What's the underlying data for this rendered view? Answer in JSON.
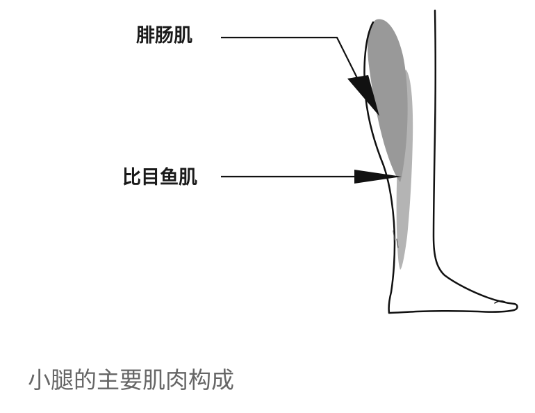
{
  "labels": {
    "gastrocnemius": "腓肠肌",
    "soleus": "比目鱼肌"
  },
  "caption": "小腿的主要肌肉构成",
  "colors": {
    "outline": "#111111",
    "gastrocnemius_fill": "#999999",
    "soleus_fill": "#b4b4b4",
    "caption_text": "#666666",
    "background": "#ffffff"
  }
}
